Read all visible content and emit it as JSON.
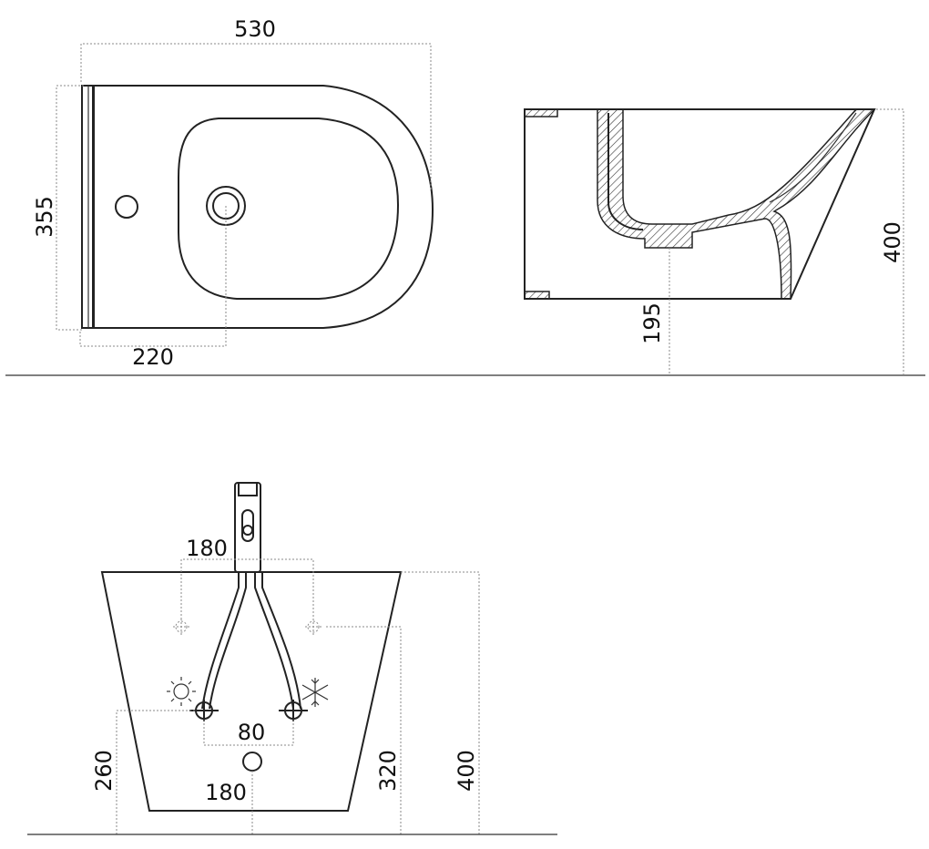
{
  "top_view": {
    "width_label": "530",
    "depth_label": "355",
    "drain_offset_label": "220"
  },
  "side_view": {
    "height_label": "400",
    "drain_height_label": "195"
  },
  "front_view": {
    "tap_spacing_label": "180",
    "valve_spacing_label": "80",
    "drain_label": "180",
    "valve_height_label": "260",
    "tap_height_label": "320",
    "height_label": "400"
  },
  "icons": [
    "hot-water-sun-icon",
    "cold-water-snowflake-icon"
  ]
}
